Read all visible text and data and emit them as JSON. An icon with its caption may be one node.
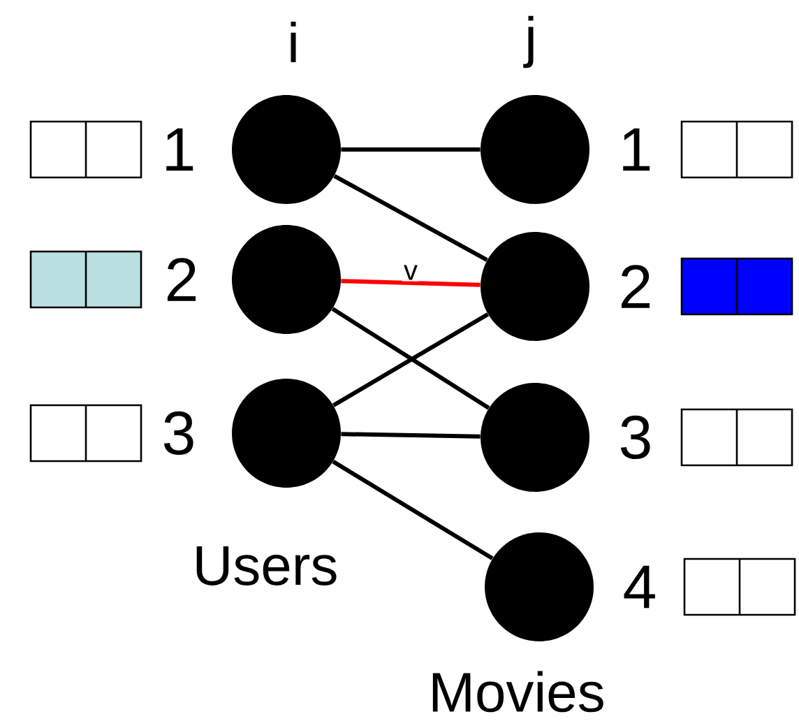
{
  "diagram": {
    "nodes": [
      {
        "text": [],
        "shape": "circle",
        "beside": [
          "1"
        ]
      },
      {
        "text": [],
        "shape": "circle",
        "beside": [
          "2"
        ]
      },
      {
        "text": [],
        "shape": "circle",
        "beside": [
          "3"
        ]
      },
      {
        "text": [],
        "shape": "circle",
        "beside": [
          "1"
        ]
      },
      {
        "text": [],
        "shape": "circle",
        "beside": [
          "2"
        ]
      },
      {
        "text": [],
        "shape": "circle",
        "beside": [
          "3"
        ]
      },
      {
        "text": [],
        "shape": "circle",
        "beside": [
          "4"
        ]
      }
    ],
    "edges": [
      {
        "from": 0,
        "to": 3,
        "arrow": "none"
      },
      {
        "from": 0,
        "to": 4,
        "arrow": "none"
      },
      {
        "from": 1,
        "to": 4,
        "arrow": "none",
        "label": "v",
        "color": "#ff0000"
      },
      {
        "from": 1,
        "to": 5,
        "arrow": "none"
      },
      {
        "from": 2,
        "to": 4,
        "arrow": "none"
      },
      {
        "from": 2,
        "to": 5,
        "arrow": "none"
      },
      {
        "from": 2,
        "to": 6,
        "arrow": "none"
      }
    ],
    "labels": [
      "i",
      "j",
      "Users",
      "Movies"
    ]
  }
}
